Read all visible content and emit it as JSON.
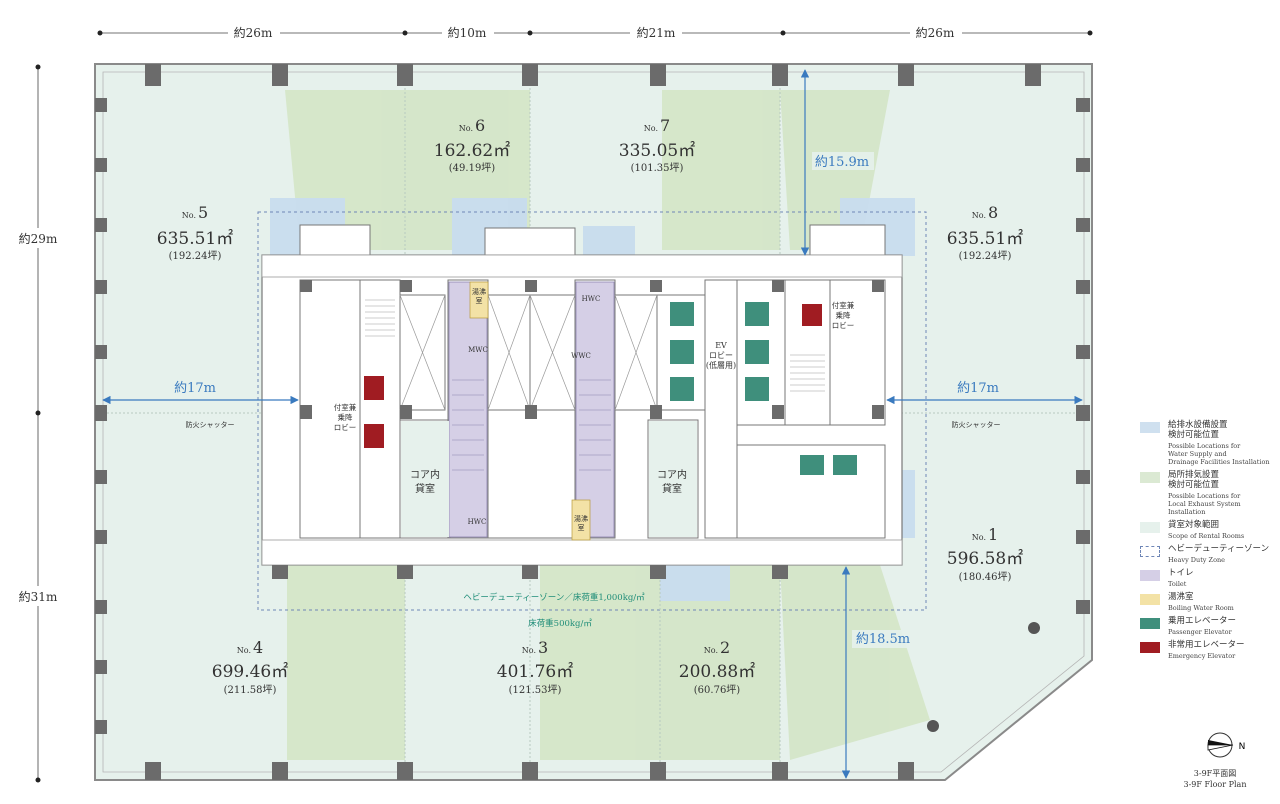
{
  "dimensions": {
    "top": [
      "約26m",
      "約10m",
      "約21m",
      "約26m"
    ],
    "left": [
      "約29m",
      "約31m"
    ],
    "inner": [
      "約17m",
      "約17m",
      "約15.9m",
      "約18.5m"
    ]
  },
  "rooms": [
    {
      "no": "No.",
      "n": "1",
      "area": "596.58㎡",
      "tsubo": "(180.46坪)"
    },
    {
      "no": "No.",
      "n": "2",
      "area": "200.88㎡",
      "tsubo": "(60.76坪)"
    },
    {
      "no": "No.",
      "n": "3",
      "area": "401.76㎡",
      "tsubo": "(121.53坪)"
    },
    {
      "no": "No.",
      "n": "4",
      "area": "699.46㎡",
      "tsubo": "(211.58坪)"
    },
    {
      "no": "No.",
      "n": "5",
      "area": "635.51㎡",
      "tsubo": "(192.24坪)"
    },
    {
      "no": "No.",
      "n": "6",
      "area": "162.62㎡",
      "tsubo": "(49.19坪)"
    },
    {
      "no": "No.",
      "n": "7",
      "area": "335.05㎡",
      "tsubo": "(101.35坪)"
    },
    {
      "no": "No.",
      "n": "8",
      "area": "635.51㎡",
      "tsubo": "(192.24坪)"
    }
  ],
  "labels": {
    "fire_shutter": "防火シャッター",
    "heavy_duty": "ヘビーデューティーゾーン／床荷重1,000kg/㎡",
    "floor_load": "床荷重500kg/㎡",
    "ev_lobby_1": "EV",
    "ev_lobby_2": "ロビー",
    "ev_lobby_3": "(低層用)",
    "core_room_1": "コア内",
    "core_room_2": "貸室",
    "boiling_1": "湯沸",
    "boiling_2": "室",
    "hwc": "HWC",
    "mwc": "MWC",
    "wwc": "WWC",
    "annex_1": "付室兼",
    "annex_2": "乗降",
    "annex_3": "ロビー"
  },
  "legend": [
    {
      "jp": "給排水設備設置\n検討可能位置",
      "en": "Possible Locations for\nWater Supply and\nDrainage Facilities Installation",
      "color": "#cfe0ef"
    },
    {
      "jp": "局所排気設置\n検討可能位置",
      "en": "Possible Locations for\nLocal Exhaust System\nInstallation",
      "color": "#dbe9d3"
    },
    {
      "jp": "貸室対象範囲",
      "en": "Scope of Rental Rooms",
      "color": "#e6f1ec"
    },
    {
      "jp": "ヘビーデューティーゾーン",
      "en": "Heavy Duty Zone",
      "color": "dashed"
    },
    {
      "jp": "トイレ",
      "en": "Toilet",
      "color": "#d5cfe6"
    },
    {
      "jp": "湯沸室",
      "en": "Boiling Water Room",
      "color": "#f3e2a6"
    },
    {
      "jp": "乗用エレベーター",
      "en": "Passenger Elevator",
      "color": "#3f8f7c"
    },
    {
      "jp": "非常用エレベーター",
      "en": "Emergency Elevator",
      "color": "#a01c22"
    }
  ],
  "caption": {
    "jp": "3-9F平面図",
    "en": "3-9F Floor Plan"
  },
  "compass": "N",
  "colors": {
    "rental": "#e6f1ec",
    "exhaust": "#d7e7cc",
    "water": "#cfe0ef",
    "toilet": "#d5cfe6",
    "boiling": "#f3e2a6",
    "passenger_ev": "#3f8f7c",
    "emergency_ev": "#a01c22",
    "column": "#6b6b6b",
    "dim_blue": "#3a7abf"
  }
}
